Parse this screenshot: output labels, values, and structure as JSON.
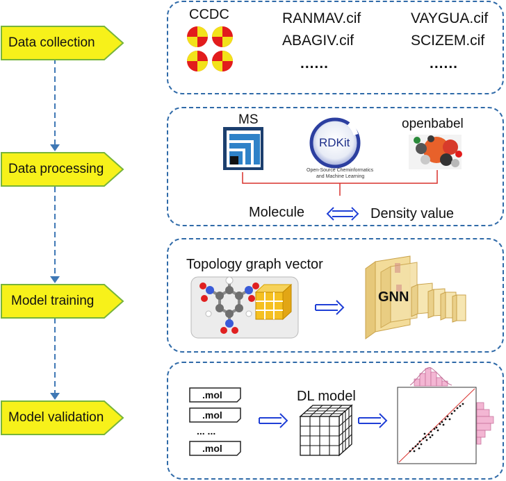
{
  "stages": [
    {
      "label": "Data collection"
    },
    {
      "label": "Data processing"
    },
    {
      "label": "Model training"
    },
    {
      "label": "Model validation"
    }
  ],
  "collection": {
    "source": "CCDC",
    "files_col1": [
      "RANMAV.cif",
      "ABAGIV.cif",
      "......"
    ],
    "files_col2": [
      "VAYGUA.cif",
      "SCIZEM.cif",
      "......"
    ]
  },
  "processing": {
    "tools": [
      {
        "label": "MS",
        "icon": "ms-logo-icon"
      },
      {
        "label": "",
        "icon": "rdkit-logo-icon"
      },
      {
        "label": "openbabel",
        "icon": "openbabel-logo-icon"
      }
    ],
    "rdkit_text": "RDKit",
    "rdkit_sub1": "Open-Source Cheminformatics",
    "rdkit_sub2": "and Machine Learning",
    "left_text": "Molecule",
    "right_text": "Density value",
    "arrow_color": "#1f3fd6",
    "bracket_color": "#d9302c"
  },
  "training": {
    "title": "Topology graph vector",
    "network": "GNN"
  },
  "validation": {
    "files": [
      ".mol",
      ".mol",
      "... ...",
      ".mol"
    ],
    "model": "DL model"
  },
  "colors": {
    "stage_fill": "#f7f11a",
    "stage_stroke": "#77b43a",
    "panel_border": "#2f6aa8",
    "arrow_blue": "#1f3fd6",
    "connector": "#3f78b5"
  }
}
